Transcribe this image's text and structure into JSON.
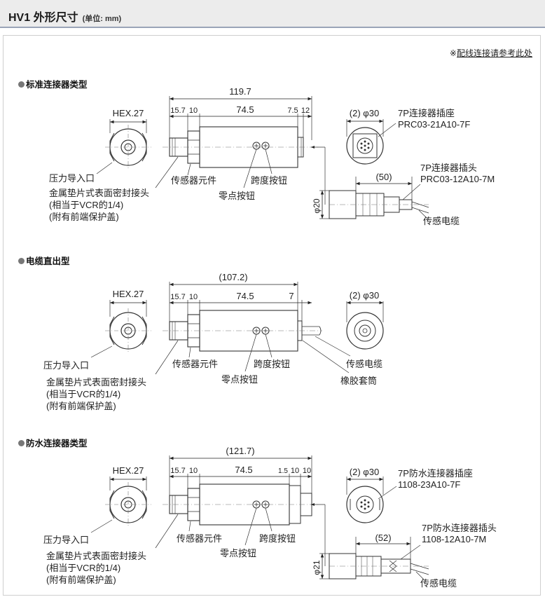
{
  "header": {
    "title": "HV1 外形尺寸",
    "unit": "(单位: mm)"
  },
  "note": {
    "prefix": "※",
    "link": "配线连接请参考此处"
  },
  "sections": [
    {
      "title": "标准连接器类型",
      "hex": "HEX.27",
      "total": "119.7",
      "dims": [
        "15.7",
        "10",
        "74.5",
        "7.5",
        "12"
      ],
      "end_dia": "(2) φ30",
      "socket_label": "7P连接器插座",
      "socket_model": "PRC03-21A10-7F",
      "plug_label": "7P连接器插头",
      "plug_model": "PRC03-12A10-7M",
      "plug_len": "(50)",
      "plug_dia": "φ20",
      "cable": "传感电缆",
      "inlet": "压力导入口",
      "seal": [
        "金属垫片式表面密封接头",
        "(相当于VCR的1/4)",
        "(附有前端保护盖)"
      ],
      "element": "传感器元件",
      "zero": "零点按钮",
      "span": "跨度按钮"
    },
    {
      "title": "电缆直出型",
      "hex": "HEX.27",
      "total": "(107.2)",
      "dims": [
        "15.7",
        "10",
        "74.5",
        "7"
      ],
      "end_dia": "(2) φ30",
      "cable": "传感电缆",
      "sleeve": "橡胶套筒",
      "inlet": "压力导入口",
      "seal": [
        "金属垫片式表面密封接头",
        "(相当于VCR的1/4)",
        "(附有前端保护盖)"
      ],
      "element": "传感器元件",
      "zero": "零点按钮",
      "span": "跨度按钮"
    },
    {
      "title": "防水连接器类型",
      "hex": "HEX.27",
      "total": "(121.7)",
      "dims": [
        "15.7",
        "10",
        "74.5",
        "1.5",
        "10",
        "10"
      ],
      "end_dia": "(2) φ30",
      "socket_label": "7P防水连接器插座",
      "socket_model": "1108-23A10-7F",
      "plug_label": "7P防水连接器插头",
      "plug_model": "1108-12A10-7M",
      "plug_len": "(52)",
      "plug_dia": "φ21",
      "cable": "传感电缆",
      "inlet": "压力导入口",
      "seal": [
        "金属垫片式表面密封接头",
        "(相当于VCR的1/4)",
        "(附有前端保护盖)"
      ],
      "element": "传感器元件",
      "zero": "零点按钮",
      "span": "跨度按钮"
    }
  ]
}
